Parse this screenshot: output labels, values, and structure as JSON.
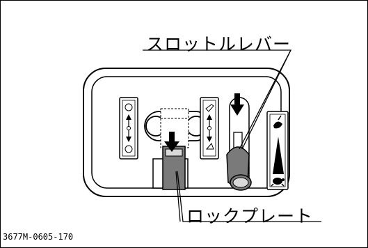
{
  "labels": {
    "throttle_lever": "スロットルレバー",
    "lock_plate": "ロックプレート",
    "figure_code": "3677M-0605-170"
  },
  "colors": {
    "line": "#000000",
    "fill_gray": "#7a7a7a",
    "fill_light": "#d9d9d9",
    "background": "#ffffff"
  },
  "icons": [
    "up-down-arrow-icon",
    "down-arrow-icon",
    "rabbit-icon",
    "turtle-icon",
    "bucket-icon"
  ]
}
